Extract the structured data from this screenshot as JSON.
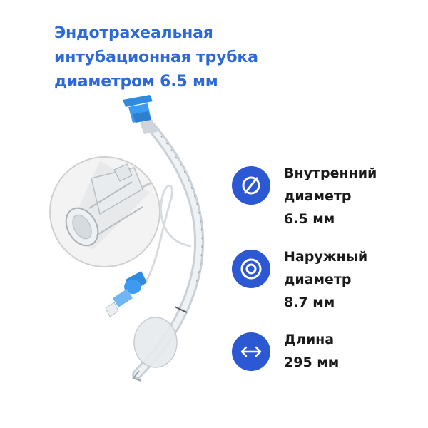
{
  "title": {
    "line1": "Эндотрахеальная",
    "line2": "интубационная трубка",
    "line3": "диаметром 6.5 мм"
  },
  "specs": [
    {
      "icon": "diameter-icon",
      "lines": [
        "Внутренний",
        "диаметр",
        "6.5 мм"
      ]
    },
    {
      "icon": "outer-circle-icon",
      "lines": [
        "Наружный",
        "диаметр",
        "8.7 мм"
      ]
    },
    {
      "icon": "double-arrow-icon",
      "lines": [
        "Длина",
        "295 мм"
      ]
    }
  ],
  "colors": {
    "title": "#2d6ad6",
    "icon_bg": "#2c58d4",
    "connector_blue": "#2f8be0",
    "text": "#1a1a1a"
  }
}
